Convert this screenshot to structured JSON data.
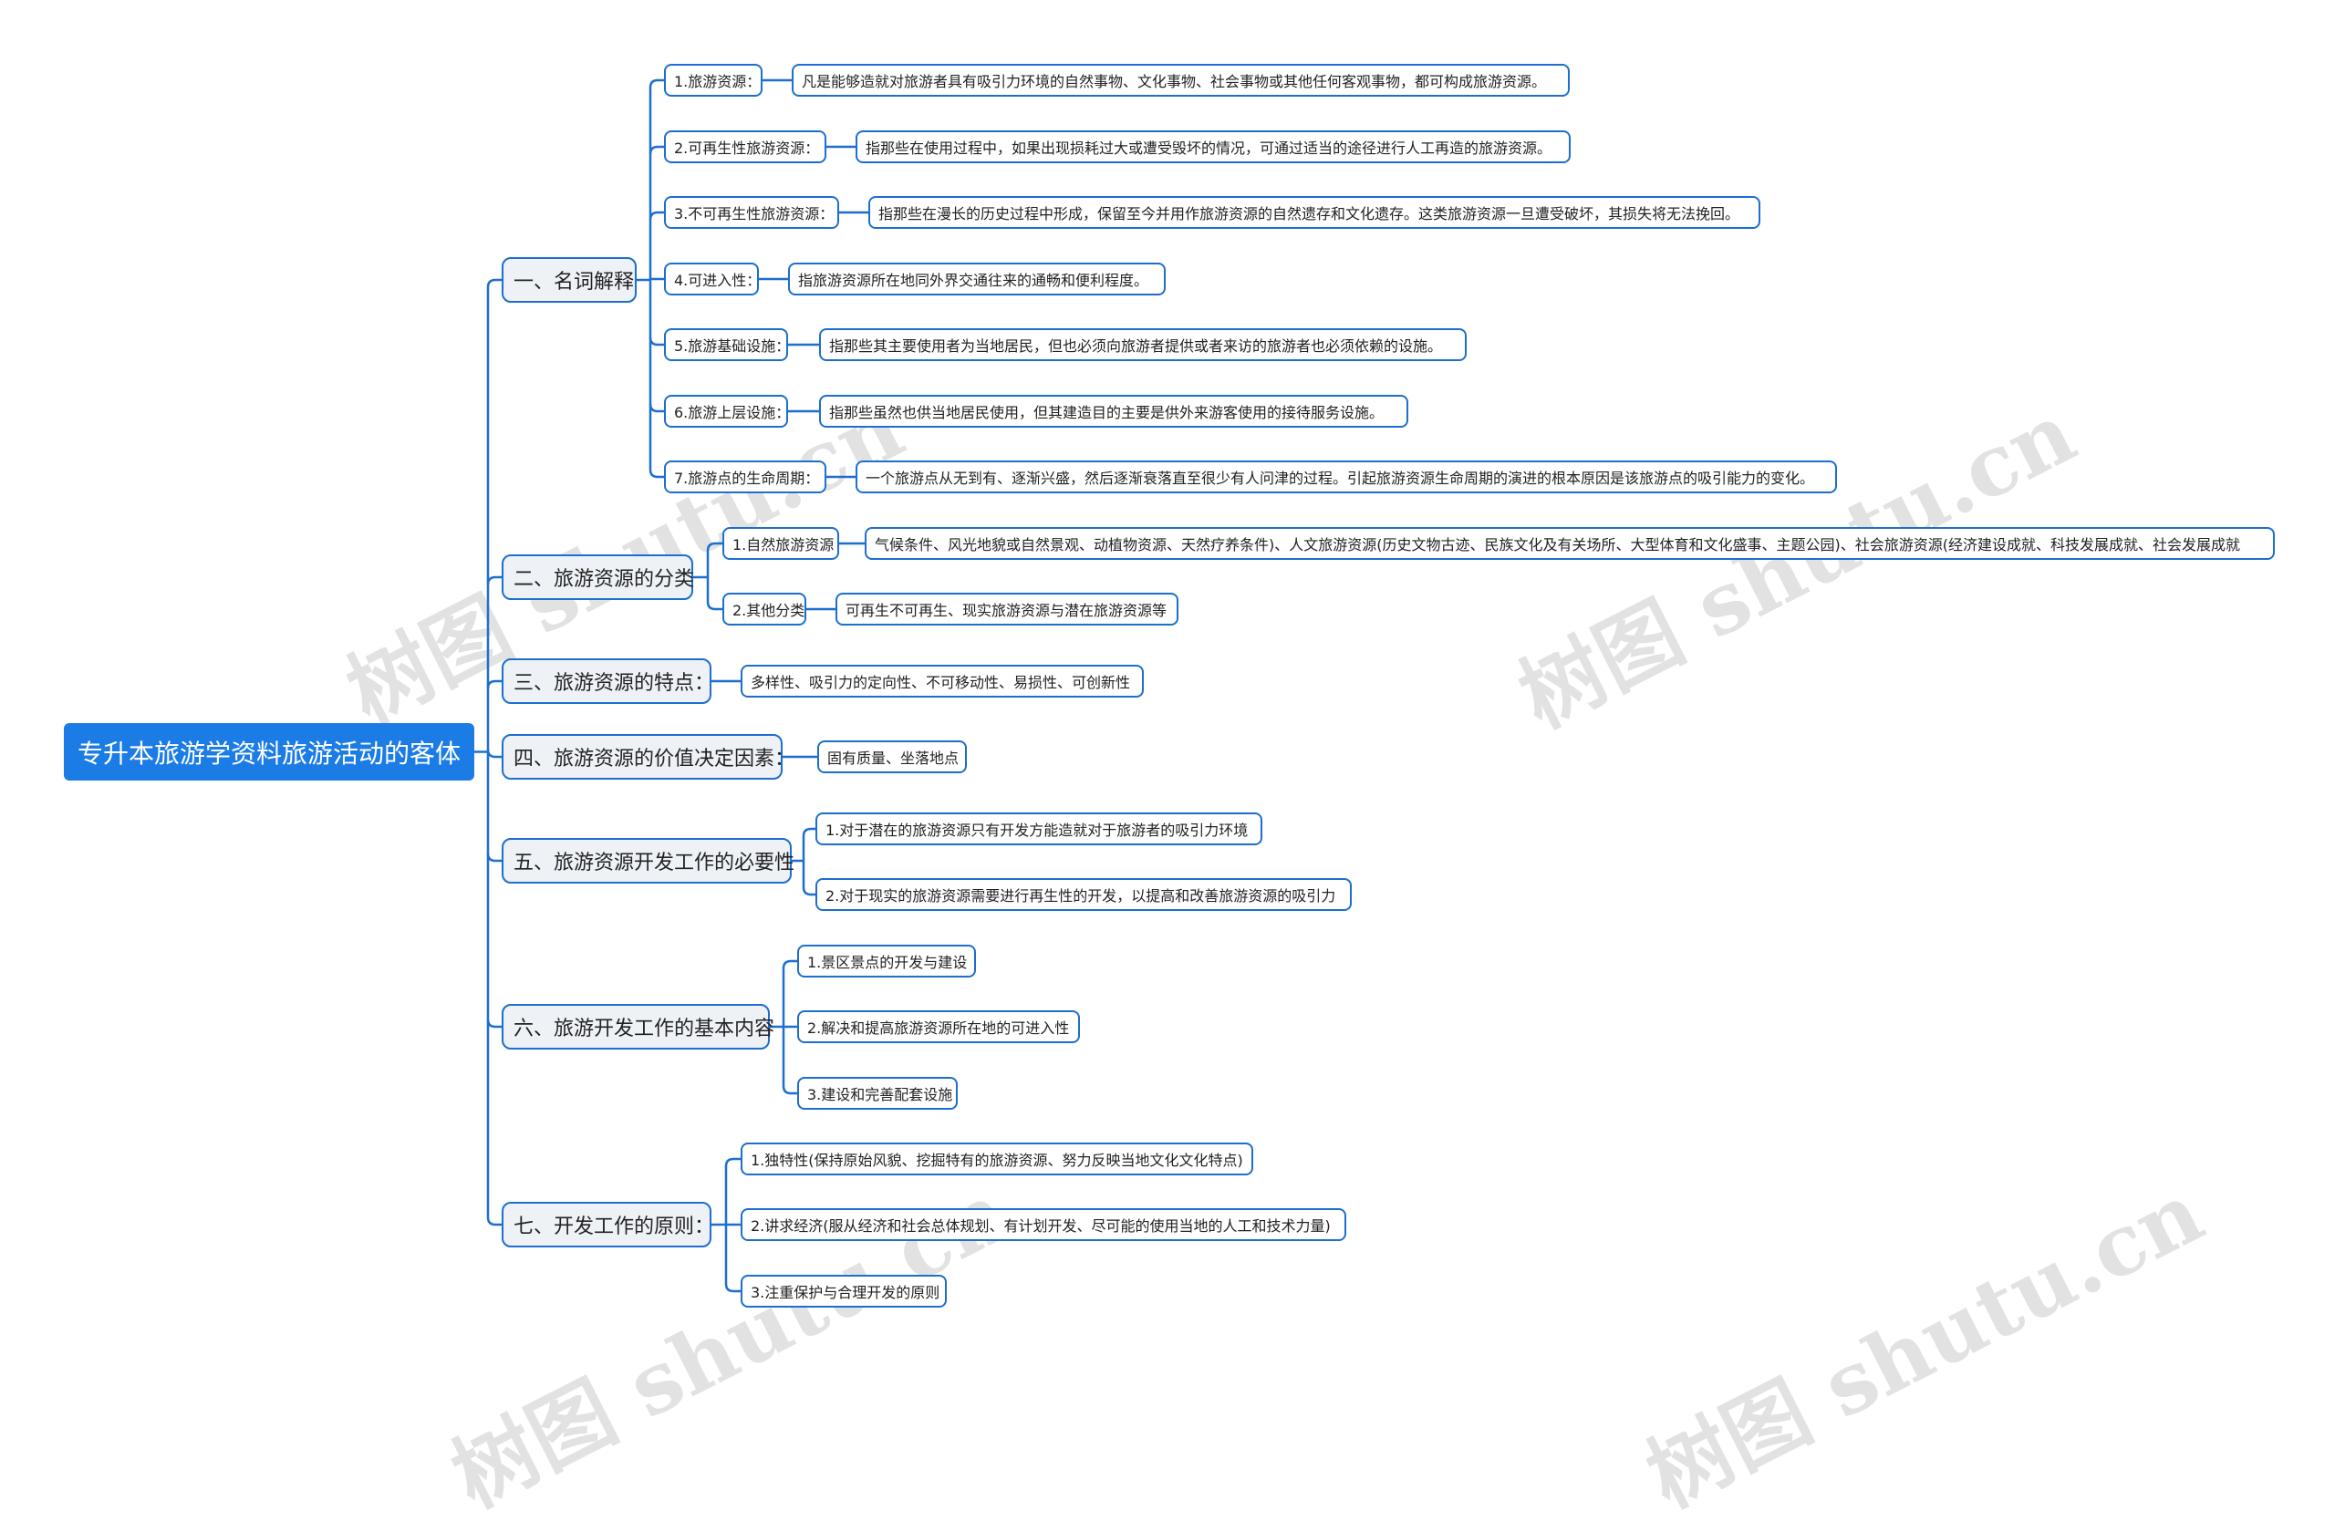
{
  "colors": {
    "line": "#1c6fcf",
    "root_bg": "#1c7ce6",
    "branch_bg": "#eef2f7",
    "leaf_bg": "#ffffff"
  },
  "watermark": "树图 shutu.cn",
  "root": {
    "label": "专升本旅游学资料旅游活动的客体"
  },
  "branches": [
    {
      "label": "一、名词解释",
      "children": [
        {
          "label": "1.旅游资源：",
          "children": [
            {
              "label": "凡是能够造就对旅游者具有吸引力环境的自然事物、文化事物、社会事物或其他任何客观事物，都可构成旅游资源。"
            }
          ]
        },
        {
          "label": "2.可再生性旅游资源：",
          "children": [
            {
              "label": "指那些在使用过程中，如果出现损耗过大或遭受毁坏的情况，可通过适当的途径进行人工再造的旅游资源。"
            }
          ]
        },
        {
          "label": "3.不可再生性旅游资源：",
          "children": [
            {
              "label": "指那些在漫长的历史过程中形成，保留至今并用作旅游资源的自然遗存和文化遗存。这类旅游资源一旦遭受破坏，其损失将无法挽回。"
            }
          ]
        },
        {
          "label": "4.可进入性：",
          "children": [
            {
              "label": "指旅游资源所在地同外界交通往来的通畅和便利程度。"
            }
          ]
        },
        {
          "label": "5.旅游基础设施：",
          "children": [
            {
              "label": "指那些其主要使用者为当地居民，但也必须向旅游者提供或者来访的旅游者也必须依赖的设施。"
            }
          ]
        },
        {
          "label": "6.旅游上层设施：",
          "children": [
            {
              "label": "指那些虽然也供当地居民使用，但其建造目的主要是供外来游客使用的接待服务设施。"
            }
          ]
        },
        {
          "label": "7.旅游点的生命周期：",
          "children": [
            {
              "label": "一个旅游点从无到有、逐渐兴盛，然后逐渐衰落直至很少有人问津的过程。引起旅游资源生命周期的演进的根本原因是该旅游点的吸引能力的变化。"
            }
          ]
        }
      ]
    },
    {
      "label": "二、旅游资源的分类",
      "children": [
        {
          "label": "1.自然旅游资源",
          "children": [
            {
              "label": "气候条件、风光地貌或自然景观、动植物资源、天然疗养条件)、人文旅游资源(历史文物古迹、民族文化及有关场所、大型体育和文化盛事、主题公园)、社会旅游资源(经济建设成就、科技发展成就、社会发展成就"
            }
          ]
        },
        {
          "label": "2.其他分类",
          "children": [
            {
              "label": "可再生不可再生、现实旅游资源与潜在旅游资源等"
            }
          ]
        }
      ]
    },
    {
      "label": "三、旅游资源的特点：",
      "children": [
        {
          "label": "多样性、吸引力的定向性、不可移动性、易损性、可创新性"
        }
      ]
    },
    {
      "label": "四、旅游资源的价值决定因素：",
      "children": [
        {
          "label": "固有质量、坐落地点"
        }
      ]
    },
    {
      "label": "五、旅游资源开发工作的必要性",
      "children": [
        {
          "label": "1.对于潜在的旅游资源只有开发方能造就对于旅游者的吸引力环境"
        },
        {
          "label": "2.对于现实的旅游资源需要进行再生性的开发，以提高和改善旅游资源的吸引力"
        }
      ]
    },
    {
      "label": "六、旅游开发工作的基本内容",
      "children": [
        {
          "label": "1.景区景点的开发与建设"
        },
        {
          "label": "2.解决和提高旅游资源所在地的可进入性"
        },
        {
          "label": "3.建设和完善配套设施"
        }
      ]
    },
    {
      "label": "七、开发工作的原则：",
      "children": [
        {
          "label": "1.独特性(保持原始风貌、挖掘特有的旅游资源、努力反映当地文化文化特点)"
        },
        {
          "label": "2.讲求经济(服从经济和社会总体规划、有计划开发、尽可能的使用当地的人工和技术力量)"
        },
        {
          "label": "3.注重保护与合理开发的原则"
        }
      ]
    }
  ]
}
